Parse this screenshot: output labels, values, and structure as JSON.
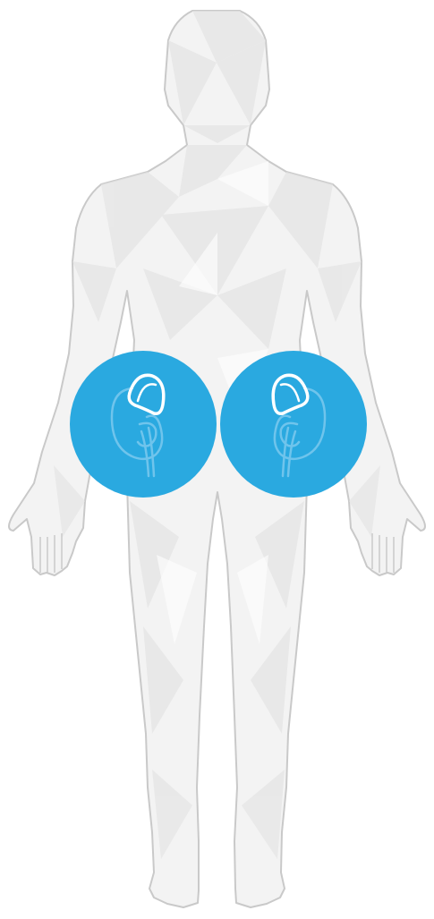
{
  "body_figure": {
    "icon": "human-body-silhouette",
    "fill_color": "#f3f3f3",
    "outline_color": "#c9c9c9",
    "facet_color": "#e4e4e4"
  },
  "markers": [
    {
      "id": "left",
      "icon": "adrenal-gland-kidney-icon",
      "color": "#2aa9e0"
    },
    {
      "id": "right",
      "icon": "adrenal-gland-kidney-icon",
      "color": "#2aa9e0"
    }
  ]
}
